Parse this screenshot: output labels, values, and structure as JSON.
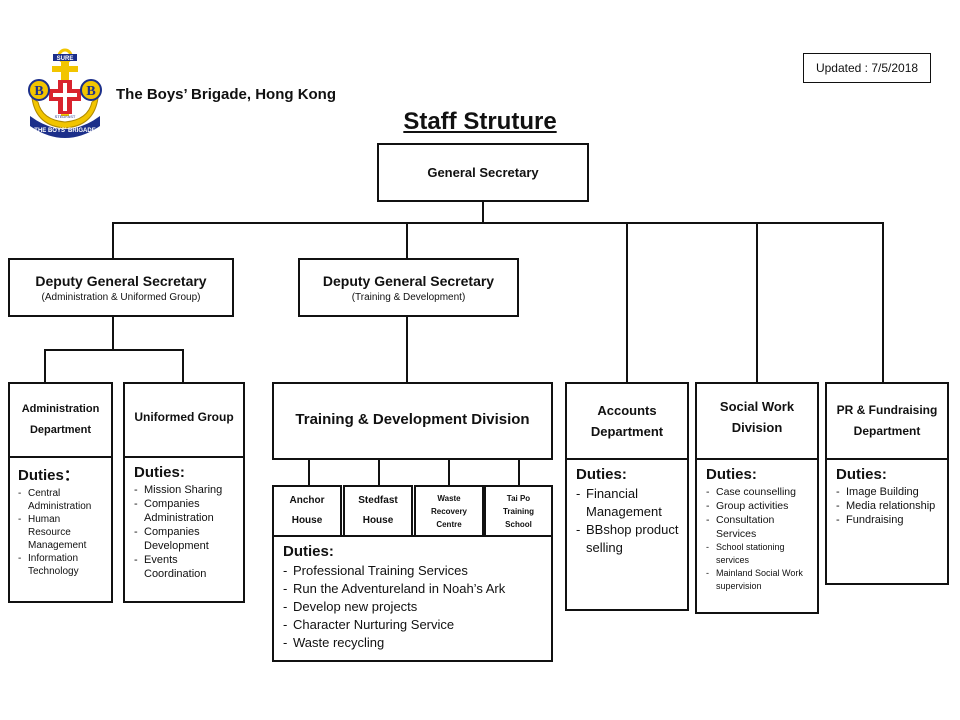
{
  "header": {
    "org_name": "The Boys’ Brigade, Hong Kong",
    "logo_text_top": "SURE",
    "logo_text_ring": "THE BOYS' BRIGADE",
    "logo_text_sub": "STEDFAST",
    "logo_letter_left": "B",
    "logo_letter_right": "B",
    "updated": "Updated : 7/5/2018",
    "page_title": "Staff Struture"
  },
  "chart": {
    "general_secretary": "General Secretary",
    "dgs_admin": {
      "title": "Deputy General Secretary",
      "subtitle": "(Administration & Uniformed Group)"
    },
    "dgs_training": {
      "title": "Deputy General Secretary",
      "subtitle": "(Training & Development)"
    },
    "admin_dept": {
      "title": "Administration Department",
      "duties_label": "Duties：",
      "duties": [
        "Central Administration",
        "Human Resource Management",
        "Information Technology"
      ]
    },
    "uniformed": {
      "title": "Uniformed Group",
      "duties_label": "Duties:",
      "duties": [
        "Mission Sharing",
        "Companies Administration",
        "Companies Development",
        "Events Coordination"
      ]
    },
    "training": {
      "title": "Training & Development Division",
      "units": [
        "Anchor House",
        "Stedfast House",
        "Waste Recovery Centre",
        "Tai Po Training School"
      ],
      "duties_label": "Duties:",
      "duties": [
        "Professional Training Services",
        "Run the Adventureland in Noah’s Ark",
        "Develop new projects",
        "Character Nurturing Service",
        "Waste recycling"
      ]
    },
    "accounts": {
      "title": "Accounts Department",
      "duties_label": "Duties:",
      "duties": [
        "Financial Management",
        "BBshop product selling"
      ]
    },
    "social": {
      "title": "Social Work Division",
      "duties_label": "Duties:",
      "duties": [
        "Case counselling",
        "Group activities",
        "Consultation Services",
        "School stationing services",
        "Mainland Social Work supervision"
      ]
    },
    "pr": {
      "title": "PR & Fundraising Department",
      "duties_label": "Duties:",
      "duties": [
        "Image Building",
        "Media relationship",
        "Fundraising"
      ]
    }
  },
  "colors": {
    "logo_navy": "#1c2f8a",
    "logo_gold": "#f2c500",
    "logo_red": "#d9232e"
  }
}
